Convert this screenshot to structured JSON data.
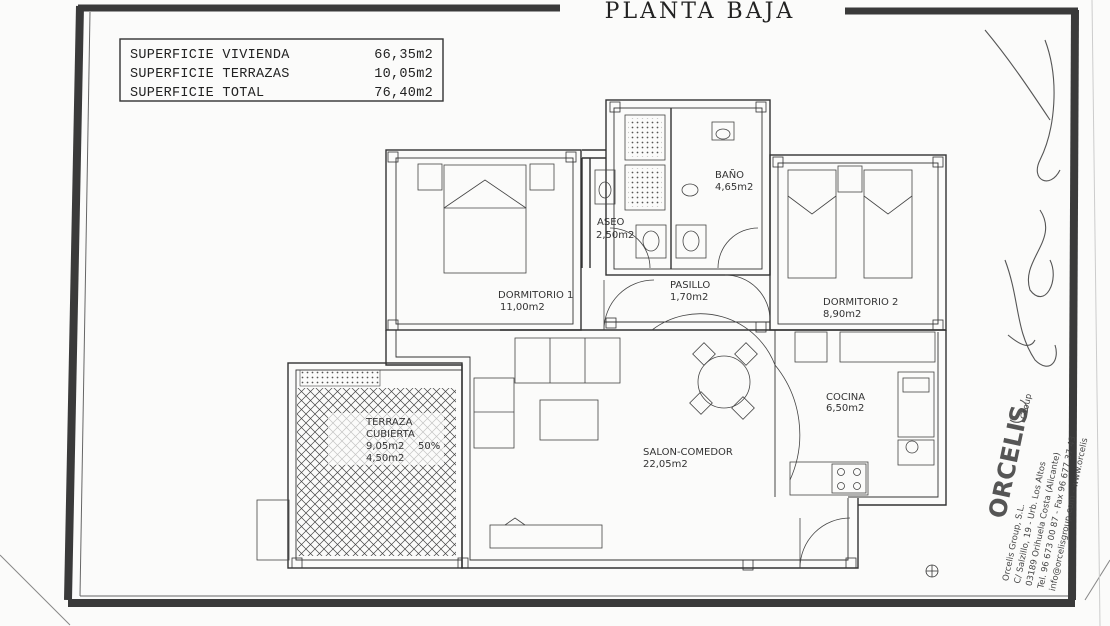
{
  "title": "PLANTA BAJA",
  "summary": {
    "rows": [
      {
        "label": "SUPERFICIE VIVIENDA",
        "value": "66,35m2"
      },
      {
        "label": "SUPERFICIE TERRAZAS",
        "value": "10,05m2"
      },
      {
        "label": "SUPERFICIE TOTAL",
        "value": "76,40m2"
      }
    ]
  },
  "rooms": {
    "bano": {
      "name": "BAÑO",
      "area": "4,65m2"
    },
    "aseo": {
      "name": "ASEO",
      "area": "2,50m2"
    },
    "pasillo": {
      "name": "PASILLO",
      "area": "1,70m2"
    },
    "dormitorio1": {
      "name": "DORMITORIO 1",
      "area": "11,00m2"
    },
    "dormitorio2": {
      "name": "DORMITORIO 2",
      "area": "8,90m2"
    },
    "cocina": {
      "name": "COCINA",
      "area": "6,50m2"
    },
    "salon": {
      "name": "SALON-COMEDOR",
      "area": "22,05m2"
    },
    "terraza": {
      "name1": "TERRAZA",
      "name2": "CUBIERTA",
      "area": "9,05m2",
      "pct": "50%",
      "area2": "4,50m2"
    }
  },
  "stamp": {
    "brand": "ORCELIS",
    "group": "Group",
    "company": "Orcelis Group, S.L.",
    "address": "C/ Salzillo, 19 - Urb. Los Altos",
    "city": "03189 Orihuela Costa (Alicante)",
    "phone": "Tel. 96 673 00 87 - Fax 96 677 37 43",
    "web": "info@orcelisgroup.com - www.orcelis"
  },
  "colors": {
    "ink": "#333333",
    "paper": "#fbfbfa",
    "frame": "#3a3a3a"
  }
}
